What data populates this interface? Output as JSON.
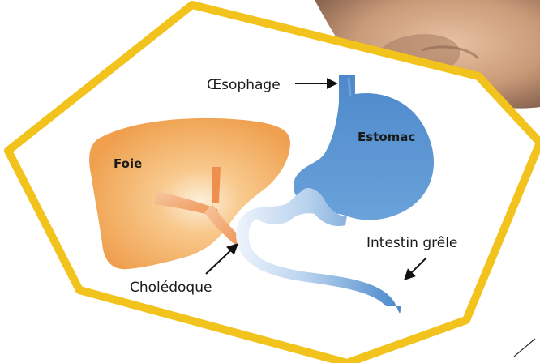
{
  "labels": {
    "oesophage": "Œsophage",
    "estomac": "Estomac",
    "foie": "Foie",
    "choledoque": "Cholédoque",
    "intestin": "Intestin grêle"
  },
  "colors": {
    "frame": "#f2c31c",
    "liver": "#f0a24f",
    "liver_light": "#fbe3c2",
    "stomach": "#5b93d0",
    "stomach_light": "#d9e7f6",
    "bile_duct": "#f0a05a",
    "skin": "#c99a78",
    "arrow": "#111111"
  },
  "icons": {
    "photo": "torso-photo",
    "frame": "hexagon-frame"
  }
}
